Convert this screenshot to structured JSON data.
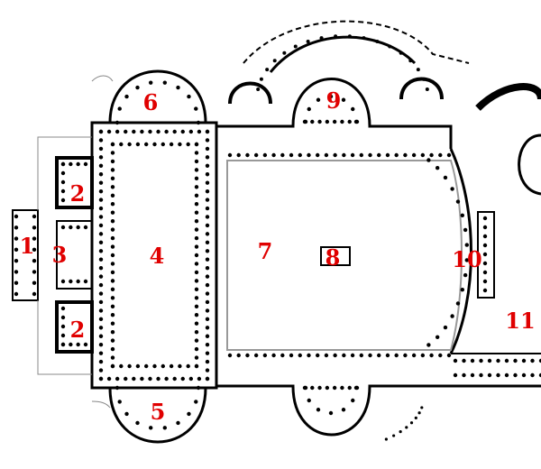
{
  "plan": {
    "labels": [
      {
        "id": "1",
        "text": "1"
      },
      {
        "id": "2a",
        "text": "2"
      },
      {
        "id": "2b",
        "text": "2"
      },
      {
        "id": "3",
        "text": "3"
      },
      {
        "id": "4",
        "text": "4"
      },
      {
        "id": "5",
        "text": "5"
      },
      {
        "id": "6",
        "text": "6"
      },
      {
        "id": "7",
        "text": "7"
      },
      {
        "id": "8",
        "text": "8"
      },
      {
        "id": "9",
        "text": "9"
      },
      {
        "id": "10",
        "text": "10"
      },
      {
        "id": "11",
        "text": "11"
      }
    ],
    "label_color": "#e00000",
    "wall_color": "#000000",
    "thin_line_color": "#888888"
  }
}
